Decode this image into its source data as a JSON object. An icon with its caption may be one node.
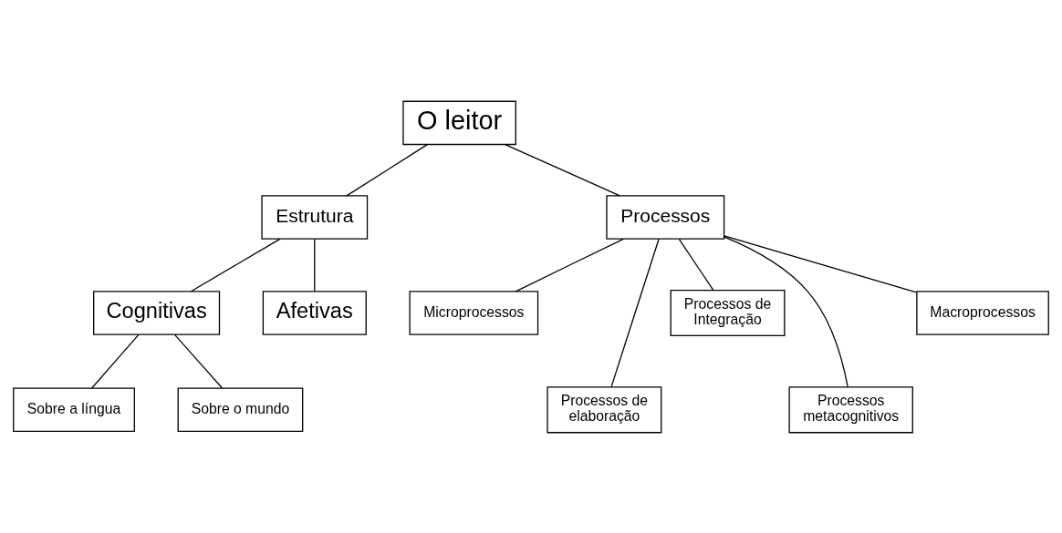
{
  "diagram": {
    "nodes": [
      {
        "text": [
          "O leitor"
        ]
      },
      {
        "text": [
          "Estrutura"
        ]
      },
      {
        "text": [
          "Processos"
        ]
      },
      {
        "text": [
          "Cognitivas"
        ]
      },
      {
        "text": [
          "Afetivas"
        ]
      },
      {
        "text": [
          "Sobre a língua"
        ]
      },
      {
        "text": [
          "Sobre o mundo"
        ]
      },
      {
        "text": [
          "Microprocessos"
        ]
      },
      {
        "text": [
          "Processos de elaboração"
        ]
      },
      {
        "text": [
          "Processos de Integração"
        ]
      },
      {
        "text": [
          "Processos metacognitivos"
        ]
      },
      {
        "text": [
          "Macroprocessos"
        ]
      }
    ],
    "edges": [
      {
        "from": 0,
        "to": 1,
        "arrow": "none"
      },
      {
        "from": 0,
        "to": 2,
        "arrow": "none"
      },
      {
        "from": 1,
        "to": 3,
        "arrow": "none"
      },
      {
        "from": 1,
        "to": 4,
        "arrow": "none"
      },
      {
        "from": 3,
        "to": 5,
        "arrow": "none"
      },
      {
        "from": 3,
        "to": 6,
        "arrow": "none"
      },
      {
        "from": 2,
        "to": 7,
        "arrow": "none"
      },
      {
        "from": 2,
        "to": 8,
        "arrow": "none"
      },
      {
        "from": 2,
        "to": 9,
        "arrow": "none"
      },
      {
        "from": 2,
        "to": 10,
        "arrow": "none"
      },
      {
        "from": 2,
        "to": 11,
        "arrow": "none"
      }
    ]
  }
}
